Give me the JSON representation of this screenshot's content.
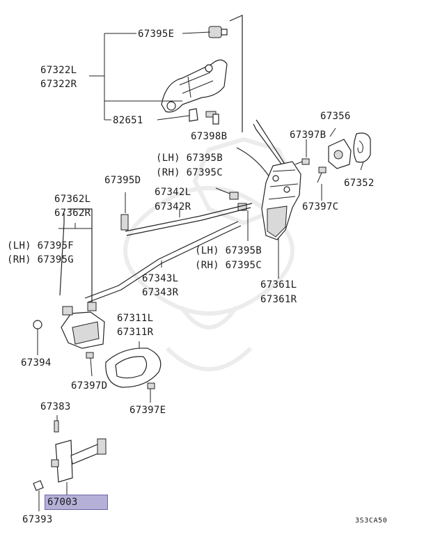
{
  "diagram": {
    "code": "3S3CA50",
    "highlighted_part": "67003",
    "labels": {
      "p67395E": "67395E",
      "p67322L": "67322L",
      "p67322R": "67322R",
      "p82651": "82651",
      "p67398B": "67398B",
      "p67356": "67356",
      "p67397B": "67397B",
      "p67395B_lh": "(LH) 67395B",
      "p67395C_rh": "(RH) 67395C",
      "p67352": "67352",
      "p67397C": "67397C",
      "p67395D": "67395D",
      "p67342L": "67342L",
      "p67342R": "67342R",
      "p67362L": "67362L",
      "p67362R": "67362R",
      "p67395F_lh": "(LH) 67395F",
      "p67395G_rh": "(RH) 67395G",
      "p67395B_lh2": "(LH) 67395B",
      "p67395C_rh2": "(RH) 67395C",
      "p67343L": "67343L",
      "p67343R": "67343R",
      "p67361L": "67361L",
      "p67361R": "67361R",
      "p67311L": "67311L",
      "p67311R": "67311R",
      "p67394": "67394",
      "p67397D": "67397D",
      "p67397E": "67397E",
      "p67383": "67383",
      "p67003": "67003",
      "p67393": "67393"
    }
  }
}
